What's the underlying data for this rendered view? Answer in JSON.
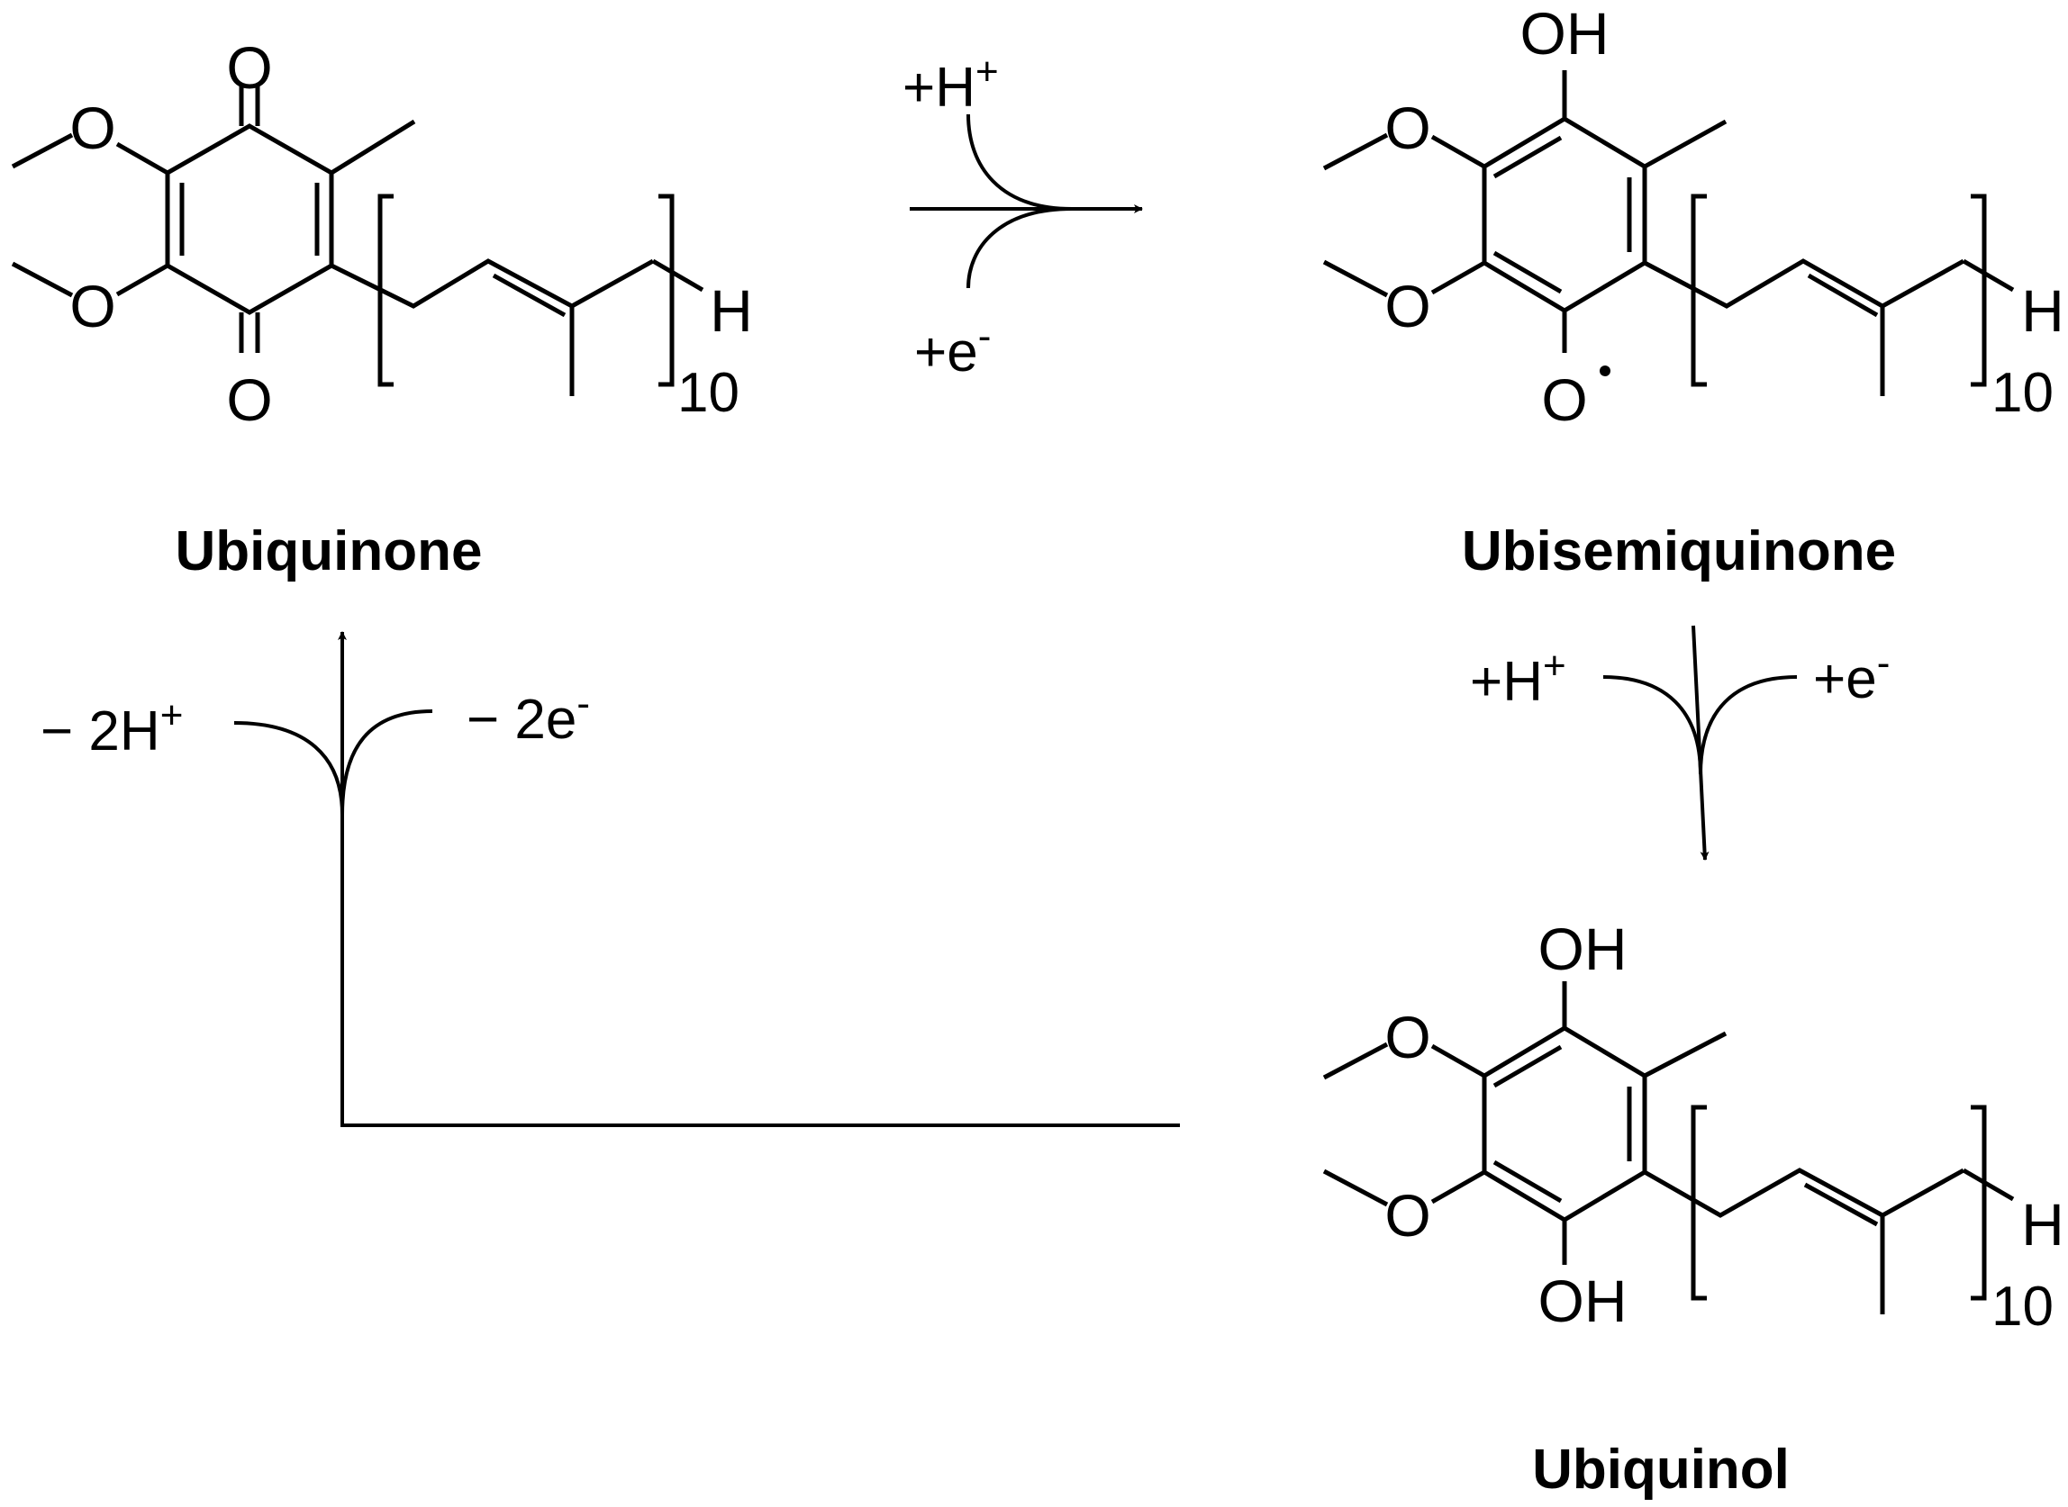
{
  "molecules": {
    "ubiquinone": {
      "name": "Ubiquinone",
      "atoms": {
        "o_top": "O",
        "o_bottom": "O",
        "o_ome1": "O",
        "o_ome2": "O",
        "h_end": "H",
        "repeat": "10"
      }
    },
    "ubisemiquinone": {
      "name": "Ubisemiquinone",
      "atoms": {
        "oh_top": "OH",
        "o_radical": "O",
        "o_ome1": "O",
        "o_ome2": "O",
        "h_end": "H",
        "repeat": "10"
      }
    },
    "ubiquinol": {
      "name": "Ubiquinol",
      "atoms": {
        "oh_top": "OH",
        "oh_bottom": "OH",
        "o_ome1": "O",
        "o_ome2": "O",
        "h_end": "H",
        "repeat": "10"
      }
    }
  },
  "reactions": {
    "step1": {
      "proton": "+H",
      "proton_charge": "+",
      "electron": "+e",
      "electron_charge": "-"
    },
    "step2": {
      "proton": "+H",
      "proton_charge": "+",
      "electron": "+e",
      "electron_charge": "-"
    },
    "step3": {
      "proton": "− 2H",
      "proton_charge": "+",
      "electron": "− 2e",
      "electron_charge": "-"
    }
  }
}
